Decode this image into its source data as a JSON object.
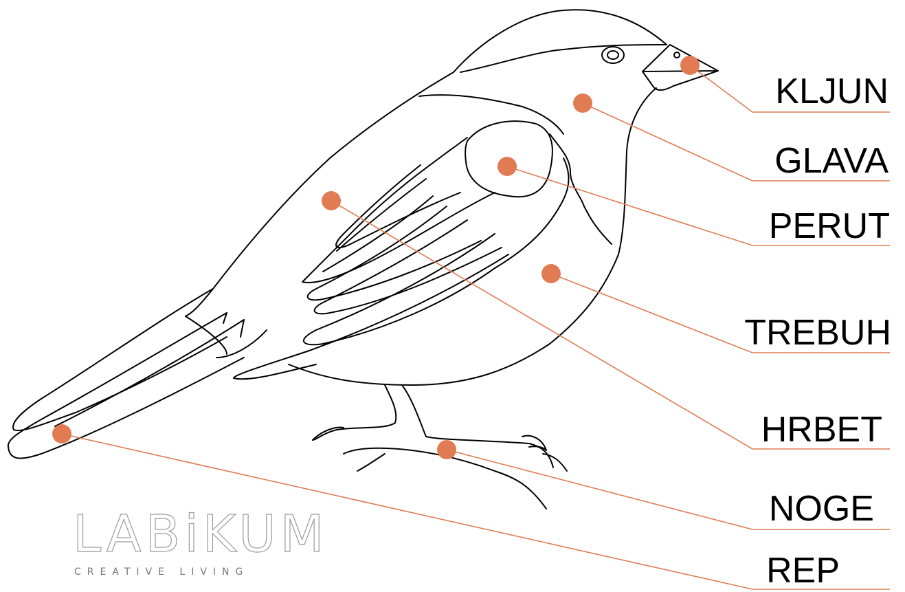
{
  "labels": [
    {
      "id": "beak",
      "text": "KLJUN"
    },
    {
      "id": "head",
      "text": "GLAVA"
    },
    {
      "id": "chest",
      "text": "PERUT"
    },
    {
      "id": "belly",
      "text": "TREBUH"
    },
    {
      "id": "back",
      "text": "HRBET"
    },
    {
      "id": "legs",
      "text": "NOGE"
    },
    {
      "id": "tail",
      "text": "REP"
    }
  ],
  "logo": {
    "name": "LABiKUM",
    "tagline": "CREATIVE LIVING"
  },
  "colors": {
    "accent": "#e07b53",
    "outline": "#000000",
    "logo": "#9a9a9a"
  }
}
